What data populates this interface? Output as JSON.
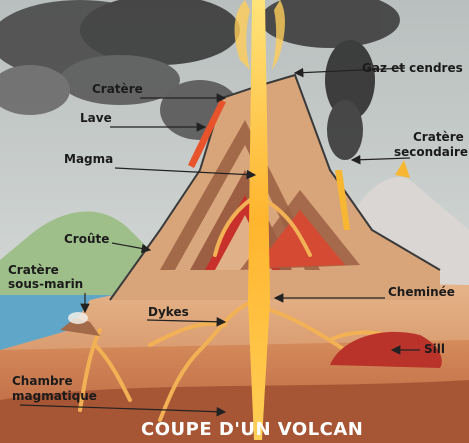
{
  "title": "COUPE D'UN VOLCAN",
  "labels": {
    "cratere": "Cratère",
    "lave": "Lave",
    "magma": "Magma",
    "croute": "Croûte",
    "cratere_sous_marin_1": "Cratère",
    "cratere_sous_marin_2": "sous-marin",
    "dykes": "Dykes",
    "chambre_1": "Chambre",
    "chambre_2": "magmatique",
    "gaz": "Gaz et cendres",
    "cratere_secondaire_1": "Cratère",
    "cratere_secondaire_2": "secondaire",
    "cheminee": "Cheminée",
    "sill": "Sill"
  },
  "colors": {
    "sky": "#cfd6d4",
    "smoke": "#3d3d3d",
    "sea": "#5fa6c9",
    "lava": "#f7b733",
    "magma_red": "#c8302c",
    "crust_brown": "#b67a52",
    "ground": "#e2a878",
    "chamber": "#c97a4e"
  }
}
